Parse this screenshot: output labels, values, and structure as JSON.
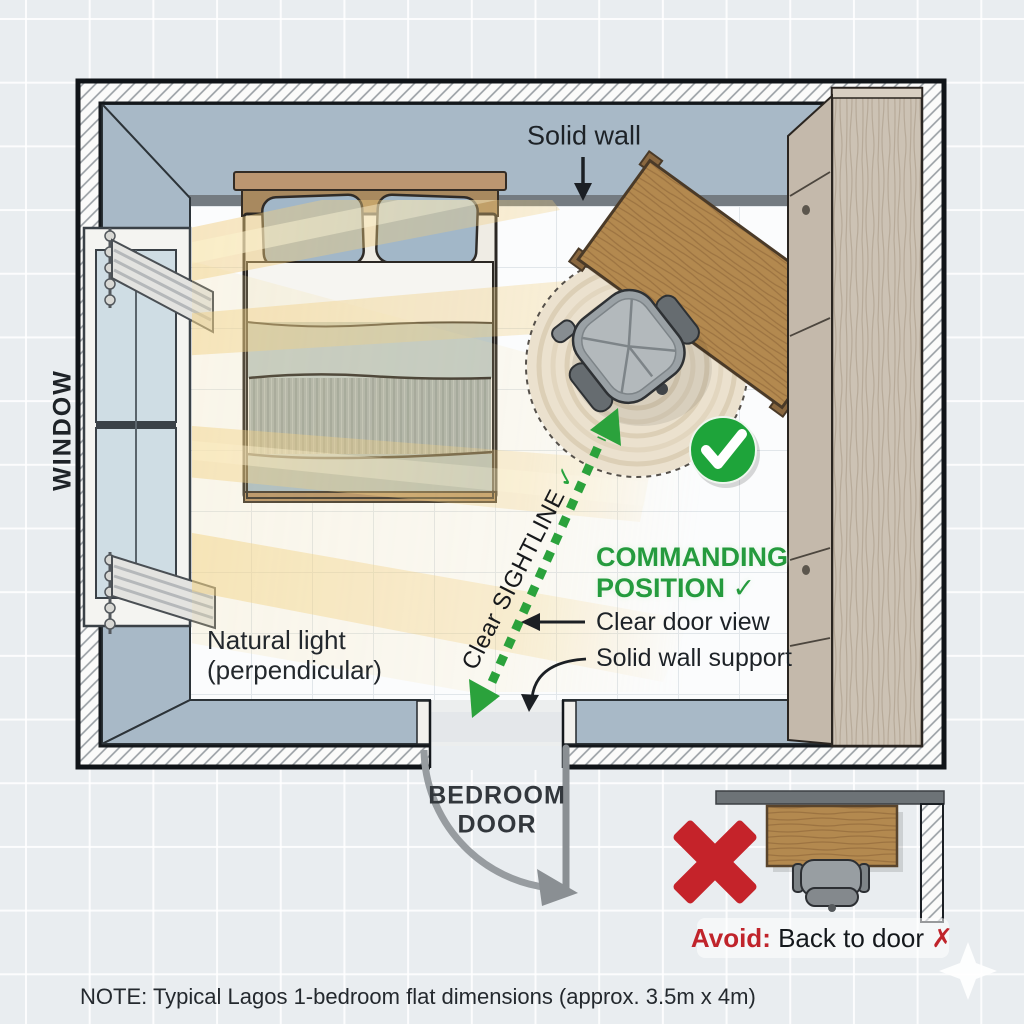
{
  "labels": {
    "solid_wall": "Solid wall",
    "window": "WINDOW",
    "sightline_text": "Clear SIGHTLINE",
    "sightline_check": "✓",
    "commanding_line1": "COMMANDING",
    "commanding_line2": "POSITION ✓",
    "clear_door_view": "Clear door view",
    "solid_wall_support": "Solid wall support",
    "natural_light_line1": "Natural light",
    "natural_light_line2": "(perpendicular)",
    "bedroom_door_line1": "BEDROOM",
    "bedroom_door_line2": "DOOR",
    "avoid_label": "Avoid:",
    "avoid_text": " Back to door ",
    "avoid_mark": "✗",
    "note": "NOTE: Typical Lagos 1-bedroom flat dimensions (approx. 3.5m x 4m)"
  },
  "icons": {
    "check_circle": "check-circle",
    "red_cross": "red-cross",
    "sparkle": "sparkle"
  },
  "colors": {
    "accent_green": "#23a13b",
    "alert_red": "#c5232a",
    "wall_blue": "#a8b9c7",
    "wood_brown": "#b28a5a",
    "light_yellow": "#f2cd7e"
  }
}
